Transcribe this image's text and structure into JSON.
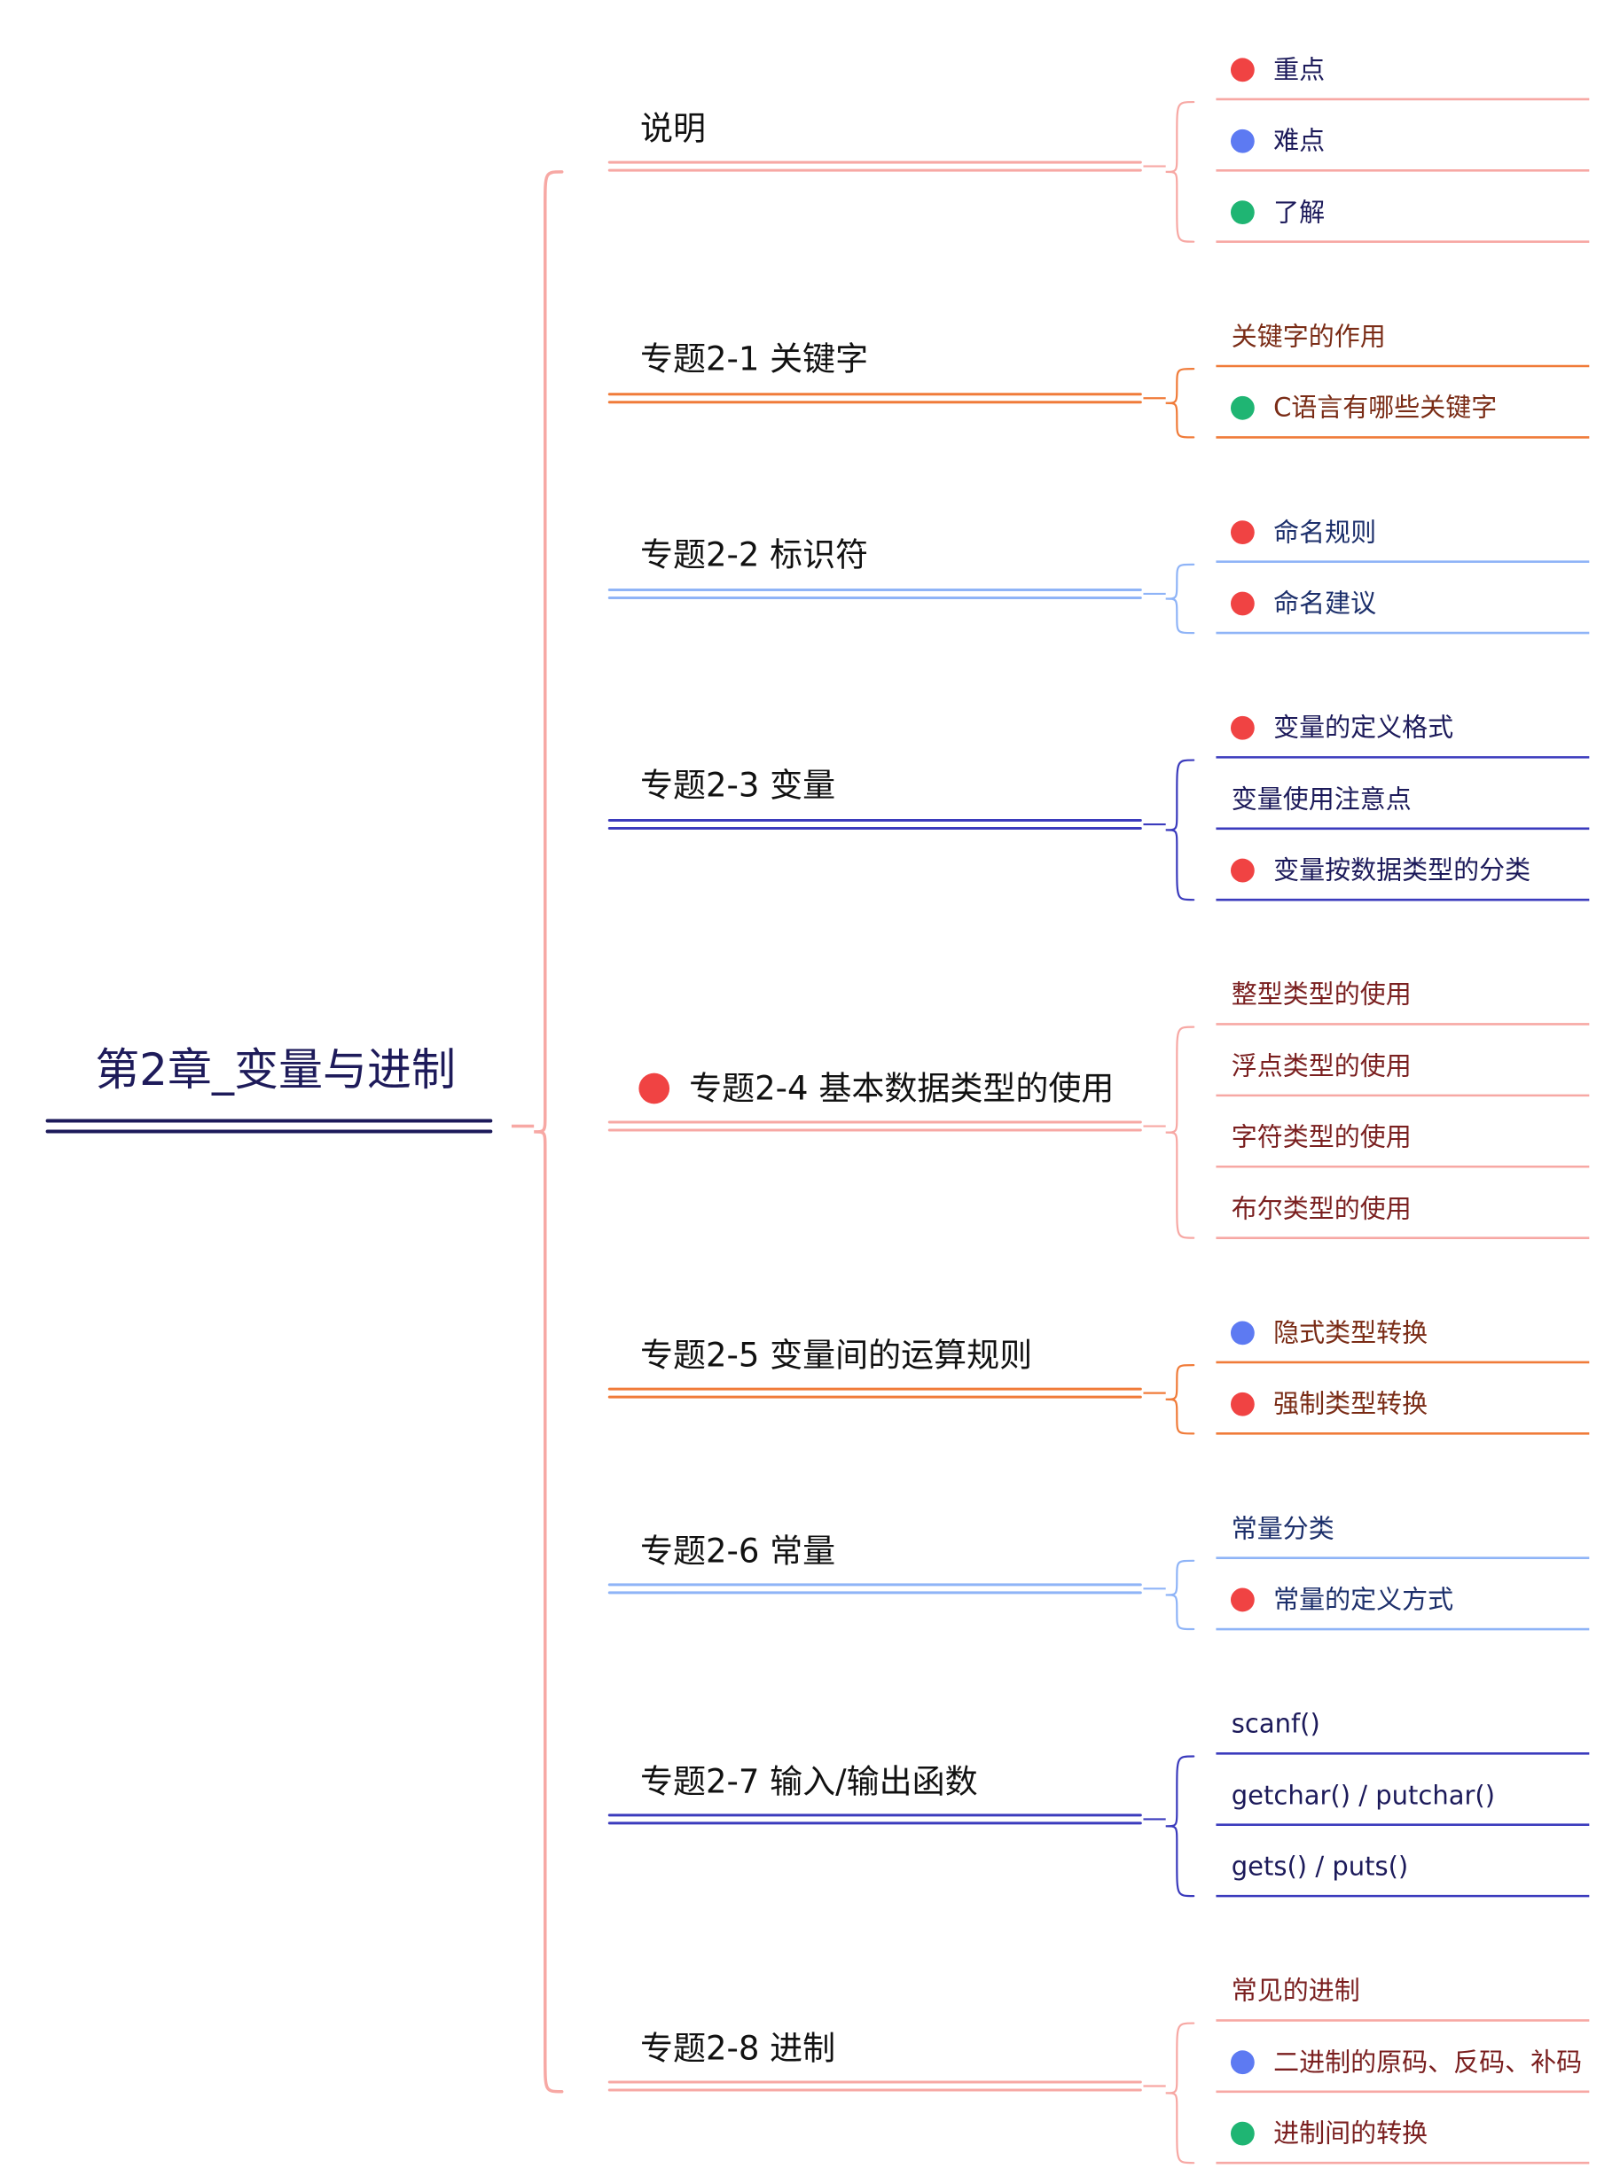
{
  "root": {
    "title": "第2章_变量与进制",
    "color": "#1c1a5a"
  },
  "legend_colors": {
    "red": "#f04343",
    "blue": "#5d7af2",
    "green": "#1fb573"
  },
  "branches": [
    {
      "title": "说明",
      "color": "#f7a8a4",
      "text_color": "#1c1a5a",
      "marker": null,
      "children": [
        {
          "text": "重点",
          "marker": "red"
        },
        {
          "text": "难点",
          "marker": "blue"
        },
        {
          "text": "了解",
          "marker": "green"
        }
      ]
    },
    {
      "title": "专题2-1 关键字",
      "color": "#f07b39",
      "text_color": "#7a2c16",
      "marker": null,
      "children": [
        {
          "text": "关键字的作用",
          "marker": null
        },
        {
          "text": "C语言有哪些关键字",
          "marker": "green"
        }
      ]
    },
    {
      "title": "专题2-2 标识符",
      "color": "#8fb4f7",
      "text_color": "#1c2f6b",
      "marker": null,
      "children": [
        {
          "text": "命名规则",
          "marker": "red"
        },
        {
          "text": "命名建议",
          "marker": "red"
        }
      ]
    },
    {
      "title": "专题2-3 变量",
      "color": "#3b3bbd",
      "text_color": "#1c1a5a",
      "marker": null,
      "children": [
        {
          "text": "变量的定义格式",
          "marker": "red"
        },
        {
          "text": "变量使用注意点",
          "marker": null
        },
        {
          "text": "变量按数据类型的分类",
          "marker": "red"
        }
      ]
    },
    {
      "title": "专题2-4 基本数据类型的使用",
      "color": "#f7a8a4",
      "text_color": "#7a1f1f",
      "marker": "red",
      "children": [
        {
          "text": "整型类型的使用",
          "marker": null
        },
        {
          "text": "浮点类型的使用",
          "marker": null
        },
        {
          "text": "字符类型的使用",
          "marker": null
        },
        {
          "text": "布尔类型的使用",
          "marker": null
        }
      ]
    },
    {
      "title": "专题2-5 变量间的运算规则",
      "color": "#f07b39",
      "text_color": "#7a2c16",
      "marker": null,
      "children": [
        {
          "text": "隐式类型转换",
          "marker": "blue"
        },
        {
          "text": "强制类型转换",
          "marker": "red"
        }
      ]
    },
    {
      "title": "专题2-6 常量",
      "color": "#8fb4f7",
      "text_color": "#1c2f6b",
      "marker": null,
      "children": [
        {
          "text": "常量分类",
          "marker": null
        },
        {
          "text": "常量的定义方式",
          "marker": "red"
        }
      ]
    },
    {
      "title": "专题2-7 输入/输出函数",
      "color": "#3b3bbd",
      "text_color": "#1c1a5a",
      "marker": null,
      "children": [
        {
          "text": "scanf()",
          "marker": null
        },
        {
          "text": "getchar() / putchar()",
          "marker": null
        },
        {
          "text": "gets() / puts()",
          "marker": null
        }
      ]
    },
    {
      "title": "专题2-8 进制",
      "color": "#f7a8a4",
      "text_color": "#7a1f1f",
      "marker": null,
      "children": [
        {
          "text": "常见的进制",
          "marker": null
        },
        {
          "text": "二进制的原码、反码、补码",
          "marker": "blue"
        },
        {
          "text": "进制间的转换",
          "marker": "green"
        }
      ]
    }
  ]
}
